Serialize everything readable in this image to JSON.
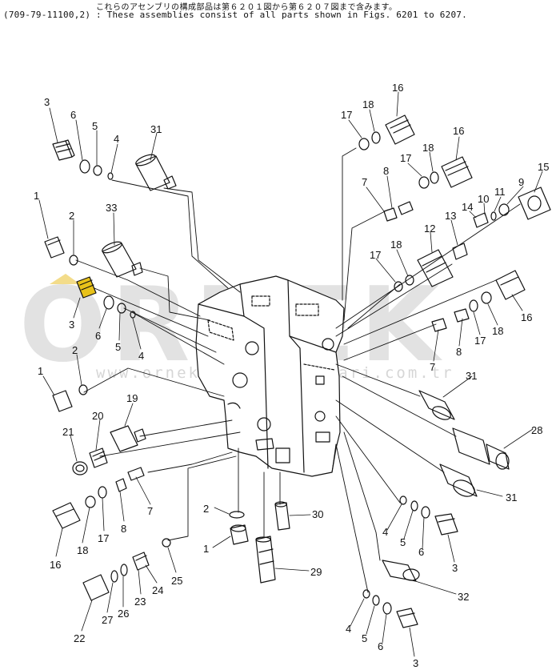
{
  "header": {
    "line1": "これらのアセンブリの構成部品は第６２０１図から第６２０７図まで含みます。",
    "line2": "(709-79-11100,2) : These assemblies consist of all parts shown in Figs. 6201 to 6207."
  },
  "watermark": {
    "brand": "ORNEK",
    "url": "www.ornekiskeleparcalari.com.tr",
    "color": "#e2e2e2",
    "accent_color": "#f3dc8a"
  },
  "callouts": {
    "c3a": "3",
    "c6a": "6",
    "c5a": "5",
    "c4a": "4",
    "c31a": "31",
    "c1a": "1",
    "c2a": "2",
    "c33": "33",
    "c3b": "3",
    "c6b": "6",
    "c5b": "5",
    "c4b": "4",
    "c2b": "2",
    "c1b": "1",
    "c19": "19",
    "c20": "20",
    "c21": "21",
    "c16c": "16",
    "c18c": "18",
    "c17c": "17",
    "c8c": "8",
    "c7c": "7",
    "c2c": "2",
    "c1c": "1",
    "c30": "30",
    "c29": "29",
    "c22": "22",
    "c27": "27",
    "c26": "26",
    "c23": "23",
    "c24": "24",
    "c25": "25",
    "c16a": "16",
    "c18a": "18",
    "c17a": "17",
    "c16b": "16",
    "c18b": "18",
    "c17b": "17",
    "c8a": "8",
    "c7a": "7",
    "c15": "15",
    "c9": "9",
    "c11": "11",
    "c10": "10",
    "c14": "14",
    "c13": "13",
    "c12": "12",
    "c18d": "18",
    "c17d": "17",
    "c16d": "16",
    "c18e": "18",
    "c17e": "17",
    "c8b": "8",
    "c7b": "7",
    "c31b": "31",
    "c28": "28",
    "c31c": "31",
    "c4c": "4",
    "c5c": "5",
    "c6c": "6",
    "c3c": "3",
    "c32": "32",
    "c4d": "4",
    "c5d": "5",
    "c6d": "6",
    "c3d": "3"
  }
}
